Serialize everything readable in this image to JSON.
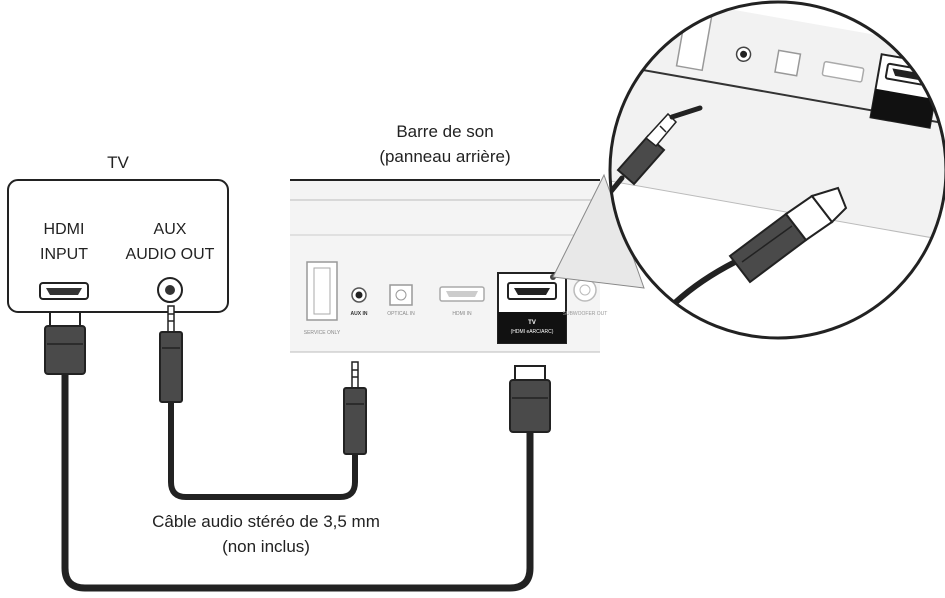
{
  "tv": {
    "title": "TV",
    "hdmi_label_line1": "HDMI",
    "hdmi_label_line2": "INPUT",
    "aux_label_line1": "AUX",
    "aux_label_line2": "AUDIO OUT"
  },
  "soundbar": {
    "title_line1": "Barre de son",
    "title_line2": "(panneau arrière)",
    "port_service": "SERVICE ONLY",
    "port_aux_in": "AUX IN",
    "port_optical_in": "OPTICAL IN",
    "port_hdmi_in": "HDMI IN",
    "port_tv_line1": "TV",
    "port_tv_line2": "(HDMI eARC/ARC)",
    "port_subwoofer": "SUBWOOFER OUT"
  },
  "cable": {
    "caption_line1": "Câble audio stéréo de 3,5 mm",
    "caption_line2": "(non inclus)"
  },
  "colors": {
    "line": "#222222",
    "plug": "#4a4a4a",
    "panel": "#f4f4f4",
    "port_badge": "#111111"
  }
}
